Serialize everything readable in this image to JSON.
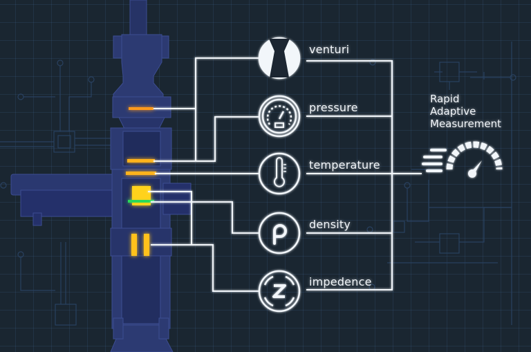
{
  "diagram": {
    "title_lines": [
      "Rapid",
      "Adaptive",
      "Measurement"
    ],
    "measurements": [
      {
        "label": "venturi",
        "icon": "venturi-icon"
      },
      {
        "label": "pressure",
        "icon": "pressure-gauge-icon"
      },
      {
        "label": "temperature",
        "icon": "thermometer-icon"
      },
      {
        "label": "density",
        "icon": "rho-density-icon"
      },
      {
        "label": "impedence",
        "icon": "z-impedance-icon"
      }
    ],
    "output_icon": "speedometer-icon",
    "colors": {
      "background": "#1a2631",
      "grid": "#2b4566",
      "line": "#f2f6fa",
      "machine": "#2c3a72",
      "sensor_glow": "#ffd21e",
      "sensor_green": "#2bd95a"
    }
  }
}
